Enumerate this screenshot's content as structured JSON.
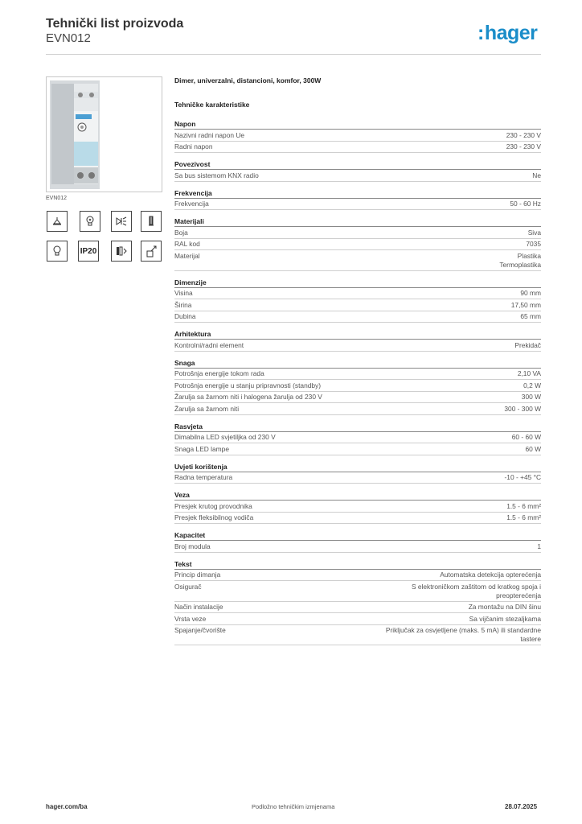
{
  "header": {
    "title": "Tehnički list proizvoda",
    "code": "EVN012",
    "logo": "hager",
    "brand_color": "#1a8dc9"
  },
  "product": {
    "code": "EVN012",
    "icons": [
      "lamp-ceiling-icon",
      "bulb-filament-icon",
      "led-dimmer-icon",
      "fluorescent-tube-icon",
      "bulb-icon",
      "ip20-badge",
      "din-module-icon",
      "installation-icon"
    ],
    "ip_label": "IP20"
  },
  "main": {
    "title": "Dimer, univerzalni, distancioni, komfor, 300W",
    "heading": "Tehničke karakteristike",
    "sections": [
      {
        "title": "Napon",
        "rows": [
          {
            "label": "Nazivni radni napon Ue",
            "value": "230 - 230 V"
          },
          {
            "label": "Radni napon",
            "value": "230 - 230 V"
          }
        ]
      },
      {
        "title": "Povezivost",
        "rows": [
          {
            "label": "Sa bus sistemom KNX radio",
            "value": "Ne"
          }
        ]
      },
      {
        "title": "Frekvencija",
        "rows": [
          {
            "label": "Frekvencija",
            "value": "50 - 60 Hz"
          }
        ]
      },
      {
        "title": "Materijali",
        "rows": [
          {
            "label": "Boja",
            "value": "Siva"
          },
          {
            "label": "RAL kod",
            "value": "7035"
          },
          {
            "label": "Materijal",
            "value": "Plastika\nTermoplastika"
          }
        ]
      },
      {
        "title": "Dimenzije",
        "rows": [
          {
            "label": "Visina",
            "value": "90 mm"
          },
          {
            "label": "Širina",
            "value": "17,50 mm"
          },
          {
            "label": "Dubina",
            "value": "65 mm"
          }
        ]
      },
      {
        "title": "Arhitektura",
        "rows": [
          {
            "label": "Kontrolni/radni element",
            "value": "Prekidač"
          }
        ]
      },
      {
        "title": "Snaga",
        "rows": [
          {
            "label": "Potrošnja energije tokom rada",
            "value": "2,10 VA"
          },
          {
            "label": "Potrošnja energije u stanju pripravnosti (standby)",
            "value": "0,2 W"
          },
          {
            "label": "Žarulja sa žarnom niti i halogena žarulja od 230 V",
            "value": "300 W"
          },
          {
            "label": "Žarulja sa žarnom niti",
            "value": "300 - 300 W"
          }
        ]
      },
      {
        "title": "Rasvjeta",
        "rows": [
          {
            "label": "Dimabilna LED svjetiljka od 230 V",
            "value": "60 - 60 W"
          },
          {
            "label": "Snaga LED lampe",
            "value": "60 W"
          }
        ]
      },
      {
        "title": "Uvjeti korištenja",
        "rows": [
          {
            "label": "Radna temperatura",
            "value": "-10 - +45 °C"
          }
        ]
      },
      {
        "title": "Veza",
        "rows": [
          {
            "label": "Presjek krutog provodnika",
            "value": "1.5 - 6 mm²"
          },
          {
            "label": "Presjek fleksibilnog vodiča",
            "value": "1.5 - 6 mm²"
          }
        ]
      },
      {
        "title": "Kapacitet",
        "rows": [
          {
            "label": "Broj modula",
            "value": "1"
          }
        ]
      },
      {
        "title": "Tekst",
        "rows": [
          {
            "label": "Princip dimanja",
            "value": "Automatska detekcija opterećenja"
          },
          {
            "label": "Osigurač",
            "value": "S elektroničkom zaštitom od kratkog spoja i\npreopterećenja"
          },
          {
            "label": "Način instalacije",
            "value": "Za montažu na DIN šinu"
          },
          {
            "label": "Vrsta veze",
            "value": "Sa vijčanim stezaljkama"
          },
          {
            "label": "Spajanje/čvorište",
            "value": "Priključak za osvjetljene (maks. 5 mA) ili standardne\ntastere"
          }
        ]
      }
    ]
  },
  "footer": {
    "left": "hager.com/ba",
    "center": "Podložno tehničkim izmjenama",
    "right": "28.07.2025"
  }
}
